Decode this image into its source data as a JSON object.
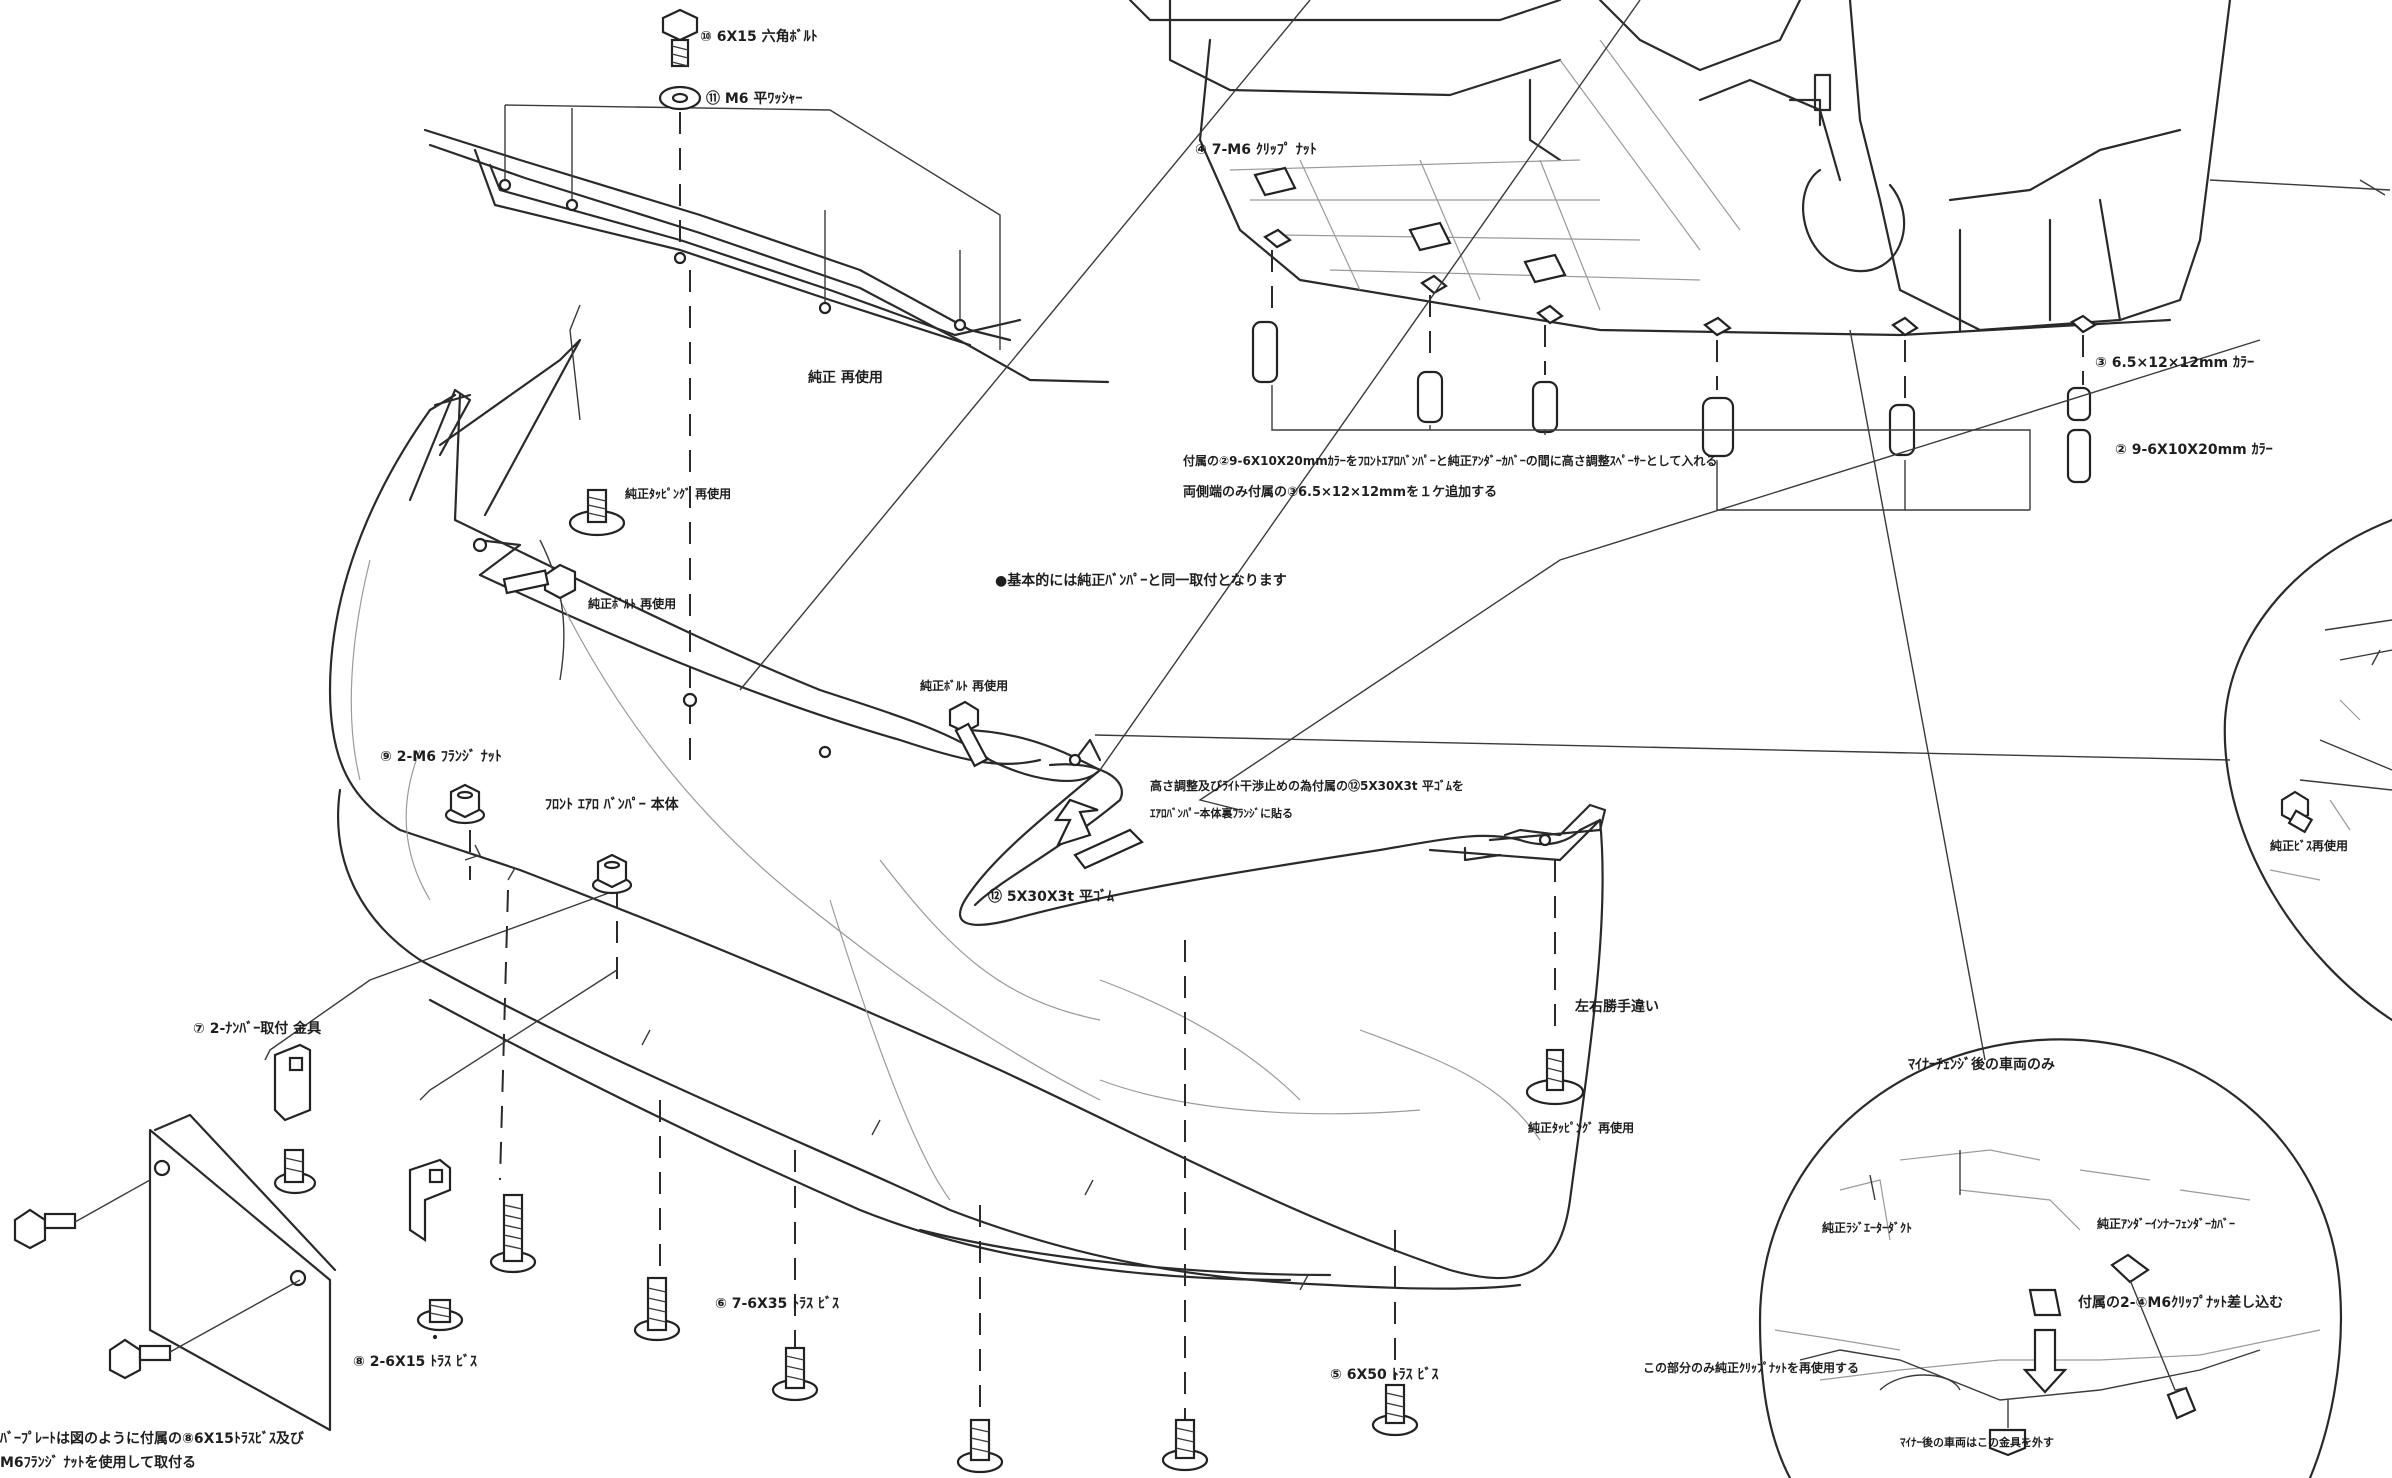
{
  "labels": {
    "bolt_6x15": "⑩ 6X15  六角ﾎﾞﾙﾄ",
    "washer_m6": "⑪ M6 平ﾜｯｼｬｰ",
    "clip_nut_7": "④ 7-M6 ｸﾘｯﾌﾟ ﾅｯﾄ",
    "collar_65": "③ 6.5×12×12mm ｶﾗｰ",
    "collar_9_6x10": "② 9-6X10X20mm ｶﾗｰ",
    "junsei_reuse": "純正 再使用",
    "spacer_note_1": "付属の②9-6X10X20mmｶﾗｰをﾌﾛﾝﾄｴｱﾛﾊﾞﾝﾊﾟｰと純正ｱﾝﾀﾞｰｶﾊﾞｰの間に高さ調整ｽﾍﾟｰｻｰとして入れる",
    "spacer_note_2": "両側端のみ付属の③6.5×12×12mmを１ケ追加する",
    "tapping_reuse_1": "純正ﾀｯﾋﾟﾝｸﾞ 再使用",
    "bolt_reuse_1": "純正ﾎﾞﾙﾄ 再使用",
    "basic_note": "●基本的には純正ﾊﾞﾝﾊﾟｰと同一取付となります",
    "bolt_reuse_2": "純正ﾎﾞﾙﾄ 再使用",
    "flange_nut": "⑨ 2-M6 ﾌﾗﾝｼﾞ ﾅｯﾄ",
    "body_label": "ﾌﾛﾝﾄ ｴｱﾛ ﾊﾞﾝﾊﾟｰ 本体",
    "rubber_note_1": "高さ調整及びﾗｲﾄ干渉止めの為付属の⑫5X30X3t 平ｺﾞﾑを",
    "rubber_note_2": "ｴｱﾛﾊﾞﾝﾊﾟｰ本体裏ﾌﾗﾝｼﾞに貼る",
    "rubber_12": "⑫ 5X30X3t 平ｺﾞﾑ",
    "screw_reuse_right": "純正ﾋﾞｽ再使用",
    "lr_differ": "左右勝手違い",
    "tapping_reuse_2": "純正ﾀｯﾋﾟﾝｸﾞ 再使用",
    "number_bracket": "⑦ 2-ﾅﾝﾊﾞｰ取付 金具",
    "minor_change_title": "ﾏｲﾅｰﾁｪﾝｼﾞ後の車両のみ",
    "radiator_duct": "純正ﾗｼﾞｴｰﾀｰﾀﾞｸﾄ",
    "under_inner_fender": "純正ｱﾝﾀﾞｰｲﾝﾅｰﾌｪﾝﾀﾞｰｶﾊﾞｰ",
    "clip_nut_insert": "付属の2-④M6ｸﾘｯﾌﾟﾅｯﾄ差し込む",
    "clip_reuse_note": "この部分のみ純正ｸﾘｯﾌﾟﾅｯﾄを再使用する",
    "remove_bracket_note": "ﾏｲﾅｰ後の車両はこの金具を外す",
    "truss_7_6x35": "⑥ 7-6X35 ﾄﾗｽ ﾋﾞｽ",
    "truss_5_6x50": "⑤ 6X50 ﾄﾗｽ ﾋﾞｽ",
    "truss_8_6x15": "⑧ 2-6X15 ﾄﾗｽ ﾋﾞｽ",
    "plate_note_1": "ﾊﾞｰﾌﾟﾚｰﾄは図のように付属の⑧6X15ﾄﾗｽﾋﾞｽ及び",
    "plate_note_2": "M6ﾌﾗﾝｼﾞ ﾅｯﾄを使用して取付る"
  }
}
